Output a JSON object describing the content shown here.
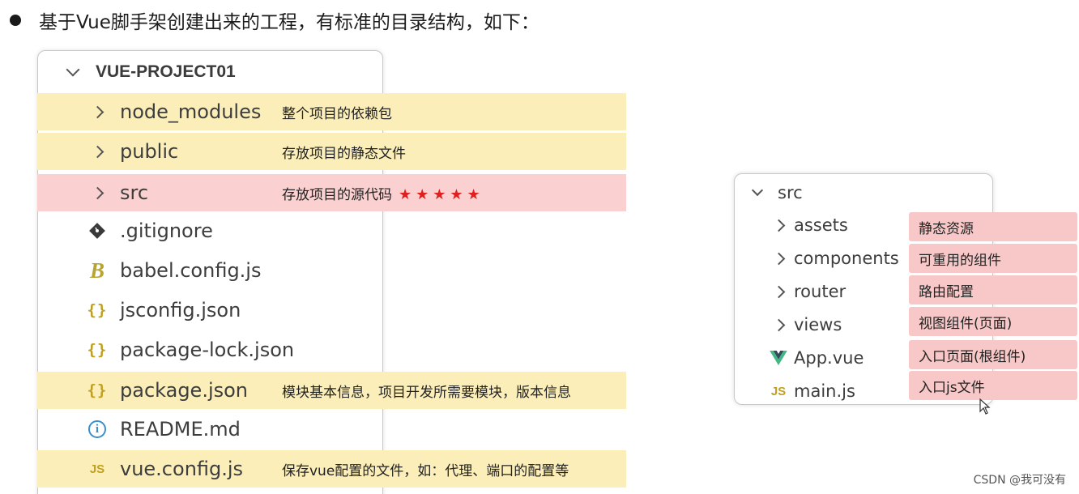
{
  "heading": "基于Vue脚手架创建出来的工程，有标准的目录结构，如下：",
  "project": {
    "title": "VUE-PROJECT01",
    "items": [
      {
        "name": "node_modules",
        "icon": "chevron-right-icon",
        "note": "整个项目的依赖包",
        "stars": ""
      },
      {
        "name": "public",
        "icon": "chevron-right-icon",
        "note": "存放项目的静态文件",
        "stars": ""
      },
      {
        "name": "src",
        "icon": "chevron-right-icon",
        "note": "存放项目的源代码",
        "stars": "★★★★★"
      },
      {
        "name": ".gitignore",
        "icon": "git-icon",
        "note": "",
        "stars": ""
      },
      {
        "name": "babel.config.js",
        "icon": "babel-icon",
        "icon_text": "B",
        "note": "",
        "stars": ""
      },
      {
        "name": "jsconfig.json",
        "icon": "json-braces-icon",
        "icon_text": "{}",
        "note": "",
        "stars": ""
      },
      {
        "name": "package-lock.json",
        "icon": "json-braces-icon",
        "icon_text": "{}",
        "note": "",
        "stars": ""
      },
      {
        "name": "package.json",
        "icon": "json-braces-icon",
        "icon_text": "{}",
        "note": "模块基本信息，项目开发所需要模块，版本信息",
        "stars": ""
      },
      {
        "name": "README.md",
        "icon": "info-icon",
        "icon_text": "i",
        "note": "",
        "stars": ""
      },
      {
        "name": "vue.config.js",
        "icon": "js-icon",
        "icon_text": "JS",
        "note": "保存vue配置的文件，如：代理、端口的配置等",
        "stars": ""
      }
    ]
  },
  "src_panel": {
    "title": "src",
    "items": [
      {
        "name": "assets",
        "icon": "chevron-right-icon",
        "tag": "静态资源"
      },
      {
        "name": "components",
        "icon": "chevron-right-icon",
        "tag": "可重用的组件"
      },
      {
        "name": "router",
        "icon": "chevron-right-icon",
        "tag": "路由配置"
      },
      {
        "name": "views",
        "icon": "chevron-right-icon",
        "tag": "视图组件(页面)"
      },
      {
        "name": "App.vue",
        "icon": "vue-icon",
        "tag": "入口页面(根组件)"
      },
      {
        "name": "main.js",
        "icon": "js-icon",
        "icon_text": "JS",
        "tag": "入口js文件"
      }
    ]
  },
  "watermark": "CSDN @我可没有",
  "colors": {
    "yellow_highlight": "#fbeeb8",
    "red_highlight": "#fbd0d0",
    "tag_bg": "#f8c8c8",
    "star": "#e02020"
  }
}
